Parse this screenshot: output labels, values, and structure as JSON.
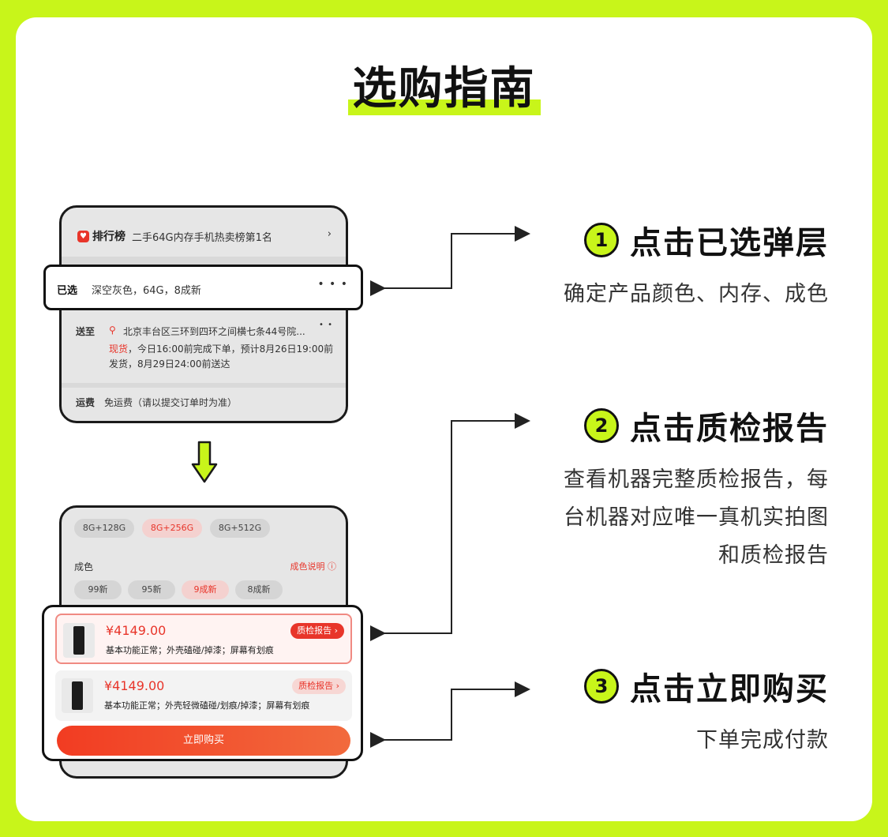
{
  "title": "选购指南",
  "panel1": {
    "rank_logo": "排行榜",
    "rank_text": "二手64G内存手机热卖榜第1名",
    "chevron": "›",
    "selected_label": "已选",
    "selected_value": "深空灰色，64G，8成新",
    "more_dots": "• • •",
    "ship_label": "送至",
    "ship_address": "北京丰台区三环到四环之间横七条44号院...",
    "avail_tag": "现货",
    "avail_text": "，今日16:00前完成下单，预计8月26日19:00前发货，8月29日24:00前送达",
    "freight_label": "运费",
    "freight_text": "免运费（请以提交订单时为准）"
  },
  "panel2": {
    "memory_options": [
      "8G+128G",
      "8G+256G",
      "8G+512G"
    ],
    "selected_memory": "8G+256G",
    "condition_label": "成色",
    "condition_help": "成色说明 ⓘ",
    "condition_options": [
      "99新",
      "95新",
      "9成新",
      "8成新"
    ],
    "selected_condition": "9成新",
    "items": [
      {
        "price": "¥4149.00",
        "desc": "基本功能正常；外壳磕碰/掉漆；屏幕有划痕",
        "badge": "质检报告 ›"
      },
      {
        "price": "¥4149.00",
        "desc": "基本功能正常；外壳轻微磕碰/划痕/掉漆；屏幕有划痕",
        "badge": "质检报告 ›"
      }
    ],
    "buy_label": "立即购买"
  },
  "steps": [
    {
      "num": "1",
      "title": "点击已选弹层",
      "desc": [
        "确定产品颜色、内存、成色"
      ]
    },
    {
      "num": "2",
      "title": "点击质检报告",
      "desc": [
        "查看机器完整质检报告，每",
        "台机器对应唯一真机实拍图",
        "和质检报告"
      ]
    },
    {
      "num": "3",
      "title": "点击立即购买",
      "desc": [
        "下单完成付款"
      ]
    }
  ],
  "colors": {
    "accent": "#c8f51a",
    "brand_red": "#e8352a"
  }
}
